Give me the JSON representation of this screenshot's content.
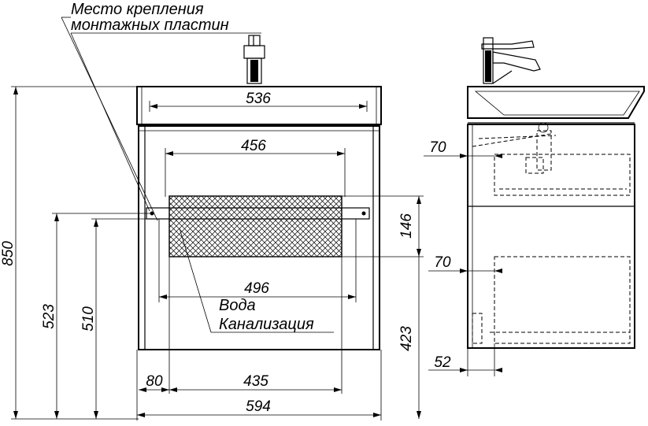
{
  "labels": {
    "mount_line1": "Место крепления",
    "mount_line2": "монтажных пластин",
    "water": "Вода",
    "sewer": "Канализация"
  },
  "dimensions": {
    "width_536": "536",
    "width_456": "456",
    "width_496": "496",
    "width_80": "80",
    "width_435": "435",
    "width_594": "594",
    "height_850": "850",
    "height_523": "523",
    "height_510": "510",
    "height_146": "146",
    "height_423": "423",
    "side_70_top": "70",
    "side_70_mid": "70",
    "side_52": "52"
  },
  "icons": {
    "faucet_front": "faucet-icon",
    "faucet_side": "faucet-icon",
    "hatch_zone": "crosshatch-zone"
  }
}
